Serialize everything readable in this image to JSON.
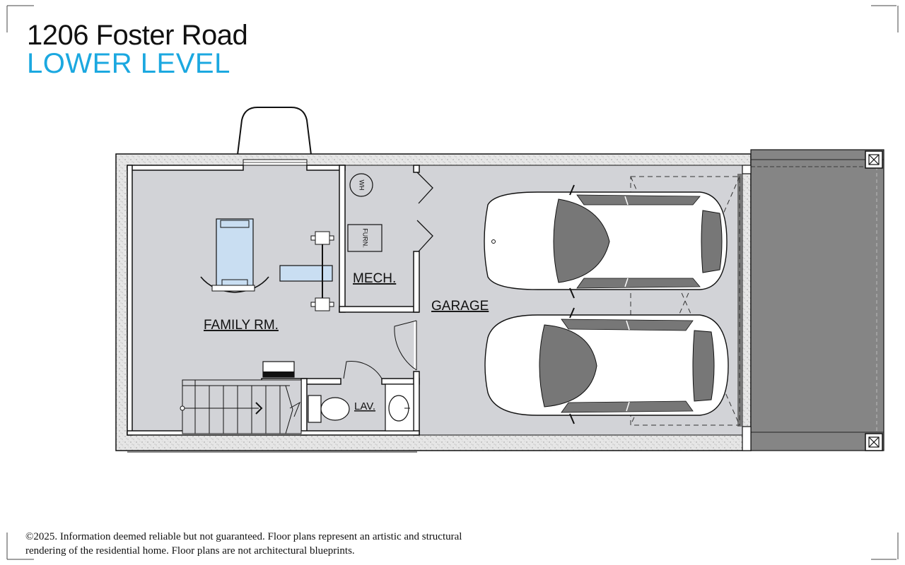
{
  "header": {
    "address": "1206 Foster Road",
    "level": "LOWER LEVEL"
  },
  "colors": {
    "accent": "#1ba8e0",
    "floor": "#d2d3d7",
    "wall": "#1a1a1a",
    "driveway": "#858585",
    "furniture_blue": "#c9def2"
  },
  "rooms": {
    "family": "FAMILY RM.",
    "mech": "MECH.",
    "garage": "GARAGE",
    "lav": "LAV."
  },
  "fixtures": {
    "water_heater": "WH",
    "furnace": "FURN."
  },
  "footer": {
    "line1": "©2025. Information deemed reliable but not guaranteed. Floor plans represent an artistic and structural",
    "line2": "rendering of the residential home. Floor plans are not architectural blueprints."
  }
}
